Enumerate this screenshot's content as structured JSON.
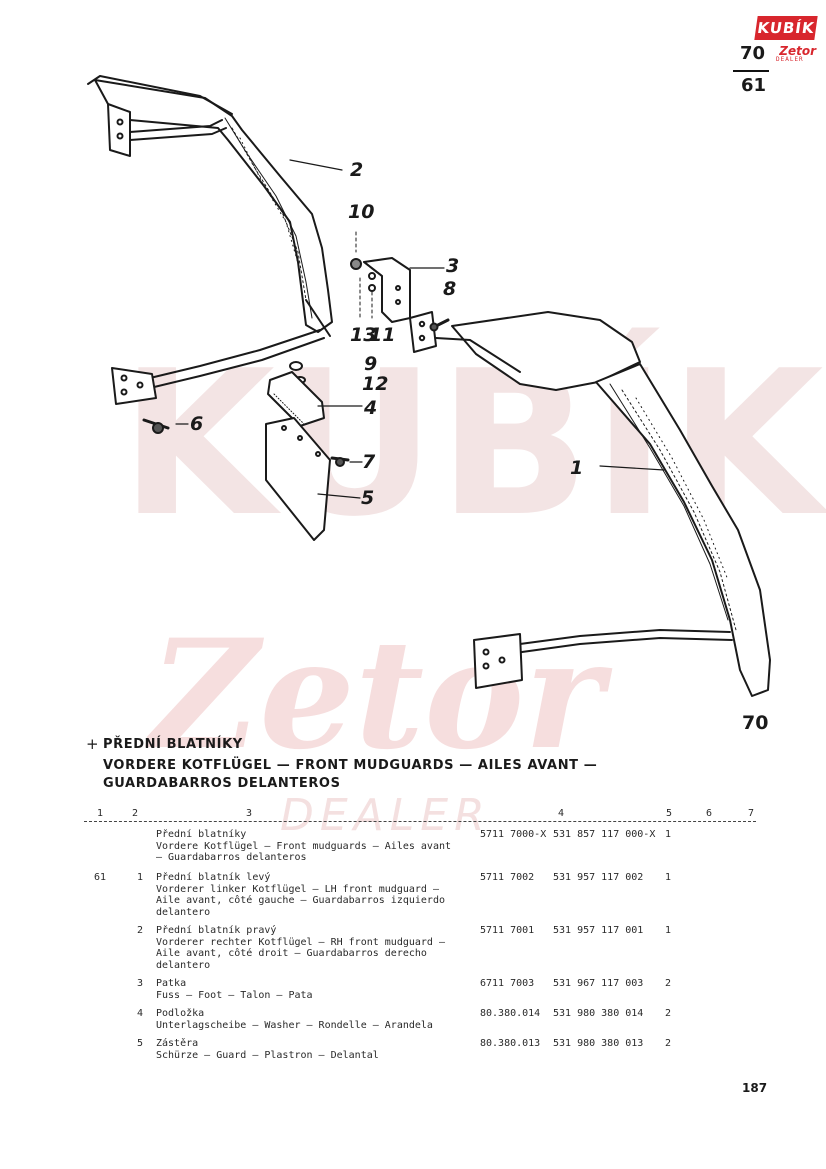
{
  "header": {
    "logo_text": "KUBÍK",
    "logo_sub": "Zetor",
    "logo_dealer": "DEALER",
    "group_number": "70",
    "group_sub": "61"
  },
  "watermark": {
    "brand": "KUBÍK",
    "zetor": "Zetor",
    "dealer": "DEALER"
  },
  "diagram": {
    "figure_number": "70",
    "callouts": [
      "2",
      "10",
      "3",
      "8",
      "13",
      "11",
      "9",
      "12",
      "4",
      "6",
      "7",
      "5",
      "1"
    ]
  },
  "section": {
    "marker": "+",
    "title_cz": "PŘEDNÍ BLATNÍKY",
    "title_line2": "VORDERE KOTFLÜGEL — FRONT MUDGUARDS — AILES AVANT —",
    "title_line3": "GUARDABARROS DELANTEROS"
  },
  "table": {
    "columns": [
      "1",
      "2",
      "3",
      "4",
      "5",
      "6",
      "7"
    ],
    "rows": [
      {
        "c1": "",
        "c2": "",
        "desc": "Přední blatníky\nVordere Kotflügel — Front mudguards — Ailes avant\n— Guardabarros delanteros",
        "part": "5711 7000-X",
        "code": "531 857 117 000-X",
        "qty": "1"
      },
      {
        "c1": "61",
        "c2": "1",
        "desc": "Přední blatník levý\nVorderer linker Kotflügel — LH front mudguard —\nAile avant, côté gauche — Guardabarros izquierdo\ndelantero",
        "part": "5711 7002",
        "code": "531 957 117 002",
        "qty": "1"
      },
      {
        "c1": "",
        "c2": "2",
        "desc": "Přední blatník pravý\nVorderer rechter Kotflügel — RH front mudguard —\nAile avant, côté droit — Guardabarros derecho\ndelantero",
        "part": "5711 7001",
        "code": "531 957 117 001",
        "qty": "1"
      },
      {
        "c1": "",
        "c2": "3",
        "desc": "Patka\nFuss — Foot — Talon — Pata",
        "part": "6711 7003",
        "code": "531 967 117 003",
        "qty": "2"
      },
      {
        "c1": "",
        "c2": "4",
        "desc": "Podložka\nUnterlagscheibe — Washer — Rondelle — Arandela",
        "part": "80.380.014",
        "code": "531 980 380 014",
        "qty": "2"
      },
      {
        "c1": "",
        "c2": "5",
        "desc": "Zástěra\nSchürze — Guard — Plastron — Delantal",
        "part": "80.380.013",
        "code": "531 980 380 013",
        "qty": "2"
      }
    ]
  },
  "footer": {
    "page_number": "187"
  }
}
